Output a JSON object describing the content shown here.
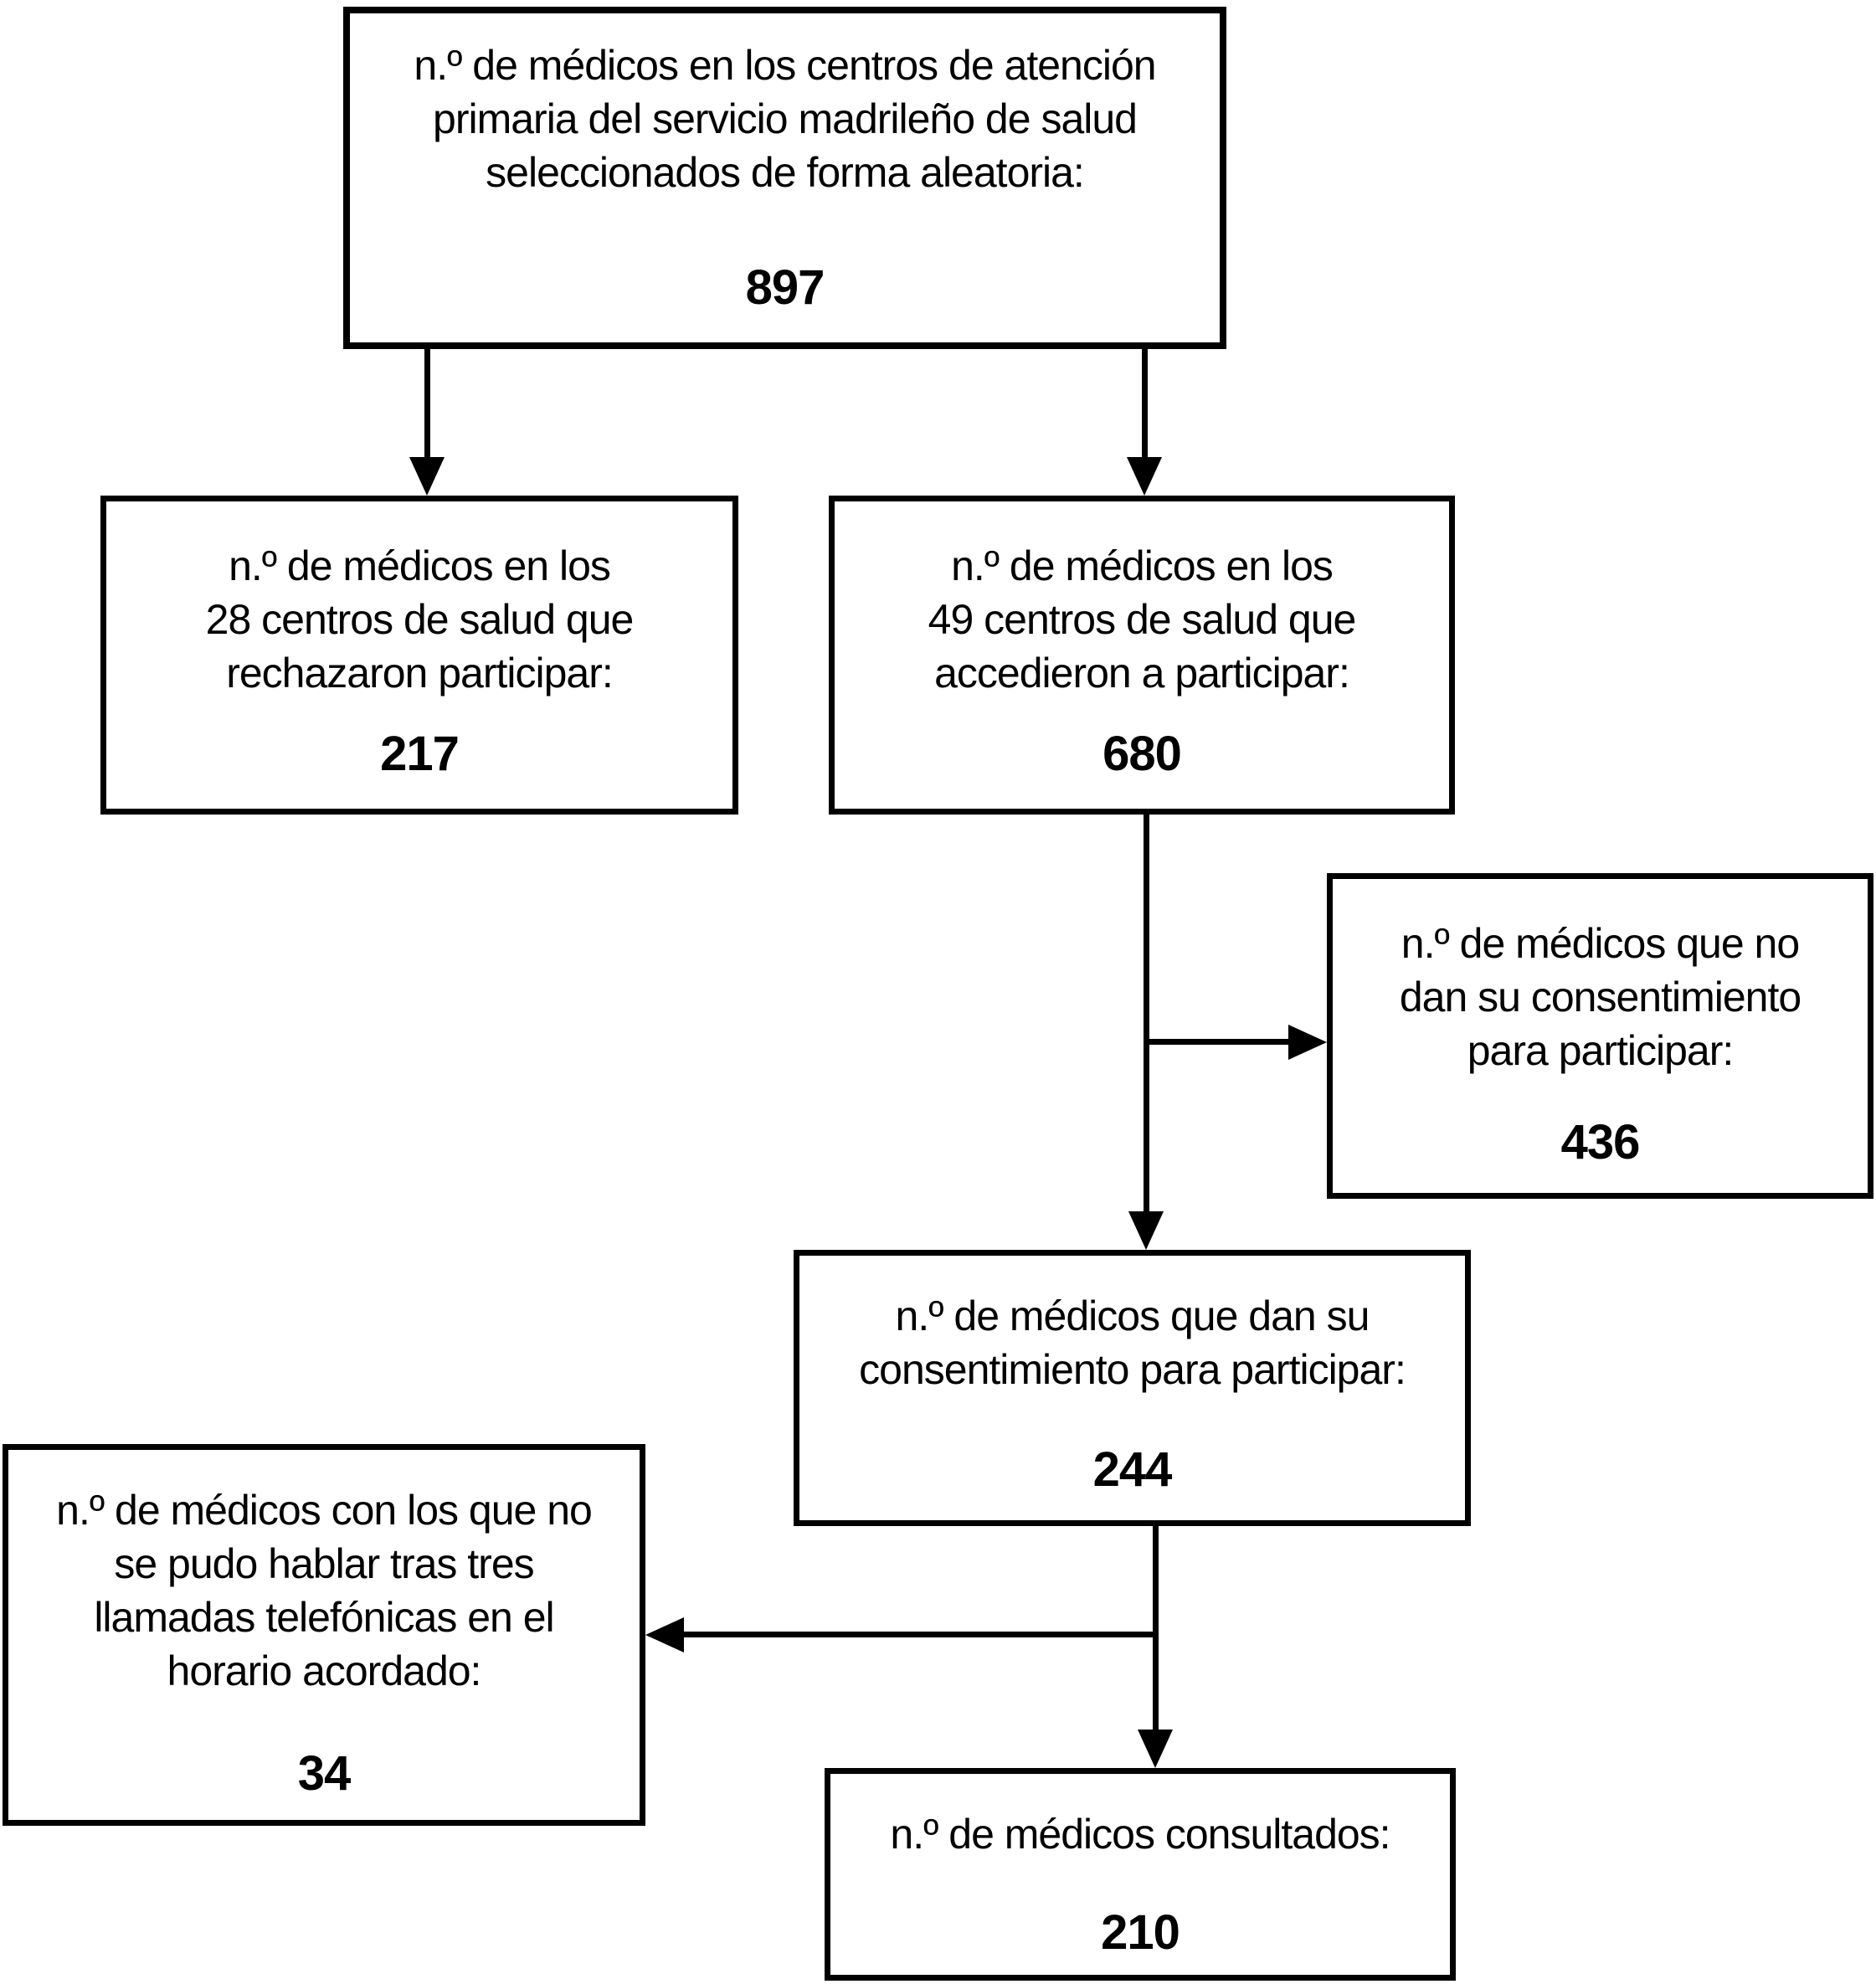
{
  "figure": {
    "type": "flowchart",
    "background_color": "#ffffff",
    "line_color": "#000000"
  },
  "boxes": {
    "total": {
      "label": "n.º de médicos en los centros de atención\nprimaria del servicio madrileño de salud\nseleccionados de forma aleatoria:",
      "value": "897"
    },
    "rejected": {
      "label": "n.º de médicos en los\n28 centros de salud que\nrechazaron participar:",
      "value": "217"
    },
    "accepted": {
      "label": "n.º de médicos en los\n49 centros de salud que\naccedieron a participar:",
      "value": "680"
    },
    "no_consent": {
      "label": "n.º de médicos que no\ndan su consentimiento\npara participar:",
      "value": "436"
    },
    "consent": {
      "label": "n.º de médicos que dan su\nconsentimiento para participar:",
      "value": "244"
    },
    "no_contact": {
      "label": "n.º de médicos con los que no\nse pudo hablar tras tres\nllamadas telefónicas en el\nhorario acordado:",
      "value": "34"
    },
    "consulted": {
      "label": "n.º de médicos consultados:",
      "value": "210"
    }
  }
}
